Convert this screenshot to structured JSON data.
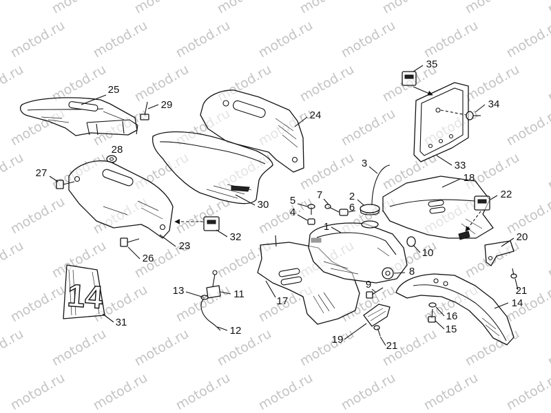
{
  "watermark": "motod.ru",
  "plate_number": "14",
  "callouts": [
    "25",
    "29",
    "28",
    "27",
    "24",
    "30",
    "23",
    "26",
    "32",
    "3",
    "18",
    "35",
    "34",
    "33",
    "2",
    "7",
    "5",
    "6",
    "4",
    "1",
    "22",
    "20",
    "10",
    "8",
    "9",
    "17",
    "13",
    "11",
    "12",
    "31",
    "14",
    "16",
    "15",
    "21",
    "19",
    "21"
  ]
}
